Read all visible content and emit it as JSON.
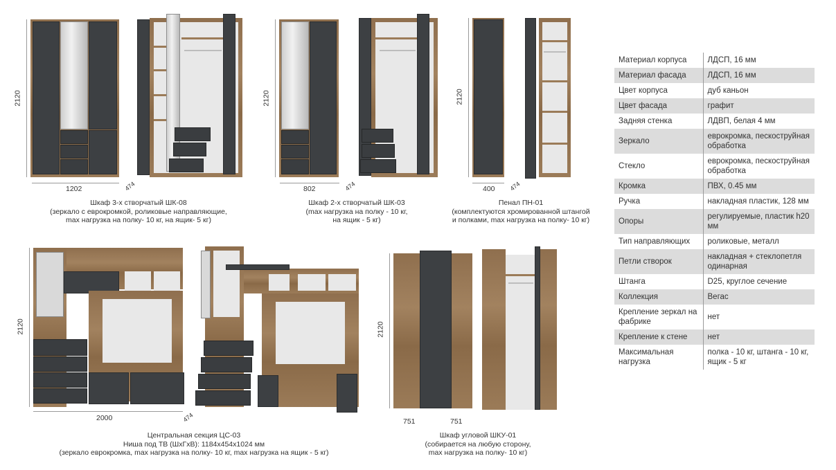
{
  "products": [
    {
      "id": "shk08",
      "dims": {
        "height": "2120",
        "width": "1202",
        "depth": "474"
      },
      "caption": [
        "Шкаф 3-х створчатый ШК-08",
        "(зеркало с еврокромкой, роликовые направляющие,",
        "max нагрузка на полку- 10 кг, на ящик- 5 кг)"
      ]
    },
    {
      "id": "shk03",
      "dims": {
        "height": "2120",
        "width": "802",
        "depth": "474"
      },
      "caption": [
        "Шкаф 2-х створчатый ШК-03",
        "(max нагрузка на полку - 10 кг,",
        "на ящик - 5 кг)"
      ]
    },
    {
      "id": "pn01",
      "dims": {
        "height": "2120",
        "width": "400",
        "depth": "474"
      },
      "caption": [
        "Пенал ПН-01",
        "(комплектуются хромированной штангой",
        "и полками, max нагрузка на полку- 10 кг)"
      ]
    },
    {
      "id": "cs03",
      "dims": {
        "height": "2120",
        "width": "2000",
        "depth": "474"
      },
      "caption": [
        "Центральная секция ЦС-03",
        "Ниша под ТВ (ШхГхВ): 1184х454х1024 мм",
        "(зеркало еврокромка, max нагрузка на полку- 10 кг, max нагрузка на ящик - 5 кг)"
      ]
    },
    {
      "id": "shku01",
      "dims": {
        "height": "2120",
        "width_a": "751",
        "width_b": "751"
      },
      "caption": [
        "Шкаф угловой ШКУ-01",
        "(собирается на любую сторону,",
        "max нагрузка на полку- 10 кг)"
      ]
    }
  ],
  "spec_table": [
    {
      "label": "Материал корпуса",
      "value": "ЛДСП, 16 мм"
    },
    {
      "label": "Материал фасада",
      "value": "ЛДСП, 16 мм"
    },
    {
      "label": "Цвет корпуса",
      "value": "дуб каньон"
    },
    {
      "label": "Цвет фасада",
      "value": "графит"
    },
    {
      "label": "Задняя стенка",
      "value": "ЛДВП, белая 4 мм"
    },
    {
      "label": "Зеркало",
      "value": "еврокромка, пескоструйная обработка"
    },
    {
      "label": "Стекло",
      "value": "еврокромка, пескоструйная обработка"
    },
    {
      "label": "Кромка",
      "value": "ПВХ, 0.45 мм"
    },
    {
      "label": "Ручка",
      "value": "накладная пластик, 128 мм"
    },
    {
      "label": "Опоры",
      "value": "регулируемые, пластик h20 мм"
    },
    {
      "label": "Тип направляющих",
      "value": "роликовые, металл"
    },
    {
      "label": "Петли створок",
      "value": "накладная + стеклопетля одинарная"
    },
    {
      "label": "Штанга",
      "value": "D25, круглое сечение"
    },
    {
      "label": "Коллекция",
      "value": "Вегас"
    },
    {
      "label": "Крепление зеркал на фабрике",
      "value": "нет"
    },
    {
      "label": "Крепление к стене",
      "value": "нет"
    },
    {
      "label": "Максимальная нагрузка",
      "value": "полка - 10 кг, штанга - 10 кг, ящик - 5 кг"
    }
  ],
  "colors": {
    "wood": "#9b7b58",
    "graphite": "#3d4043",
    "row_alt": "#dcdcdc"
  }
}
